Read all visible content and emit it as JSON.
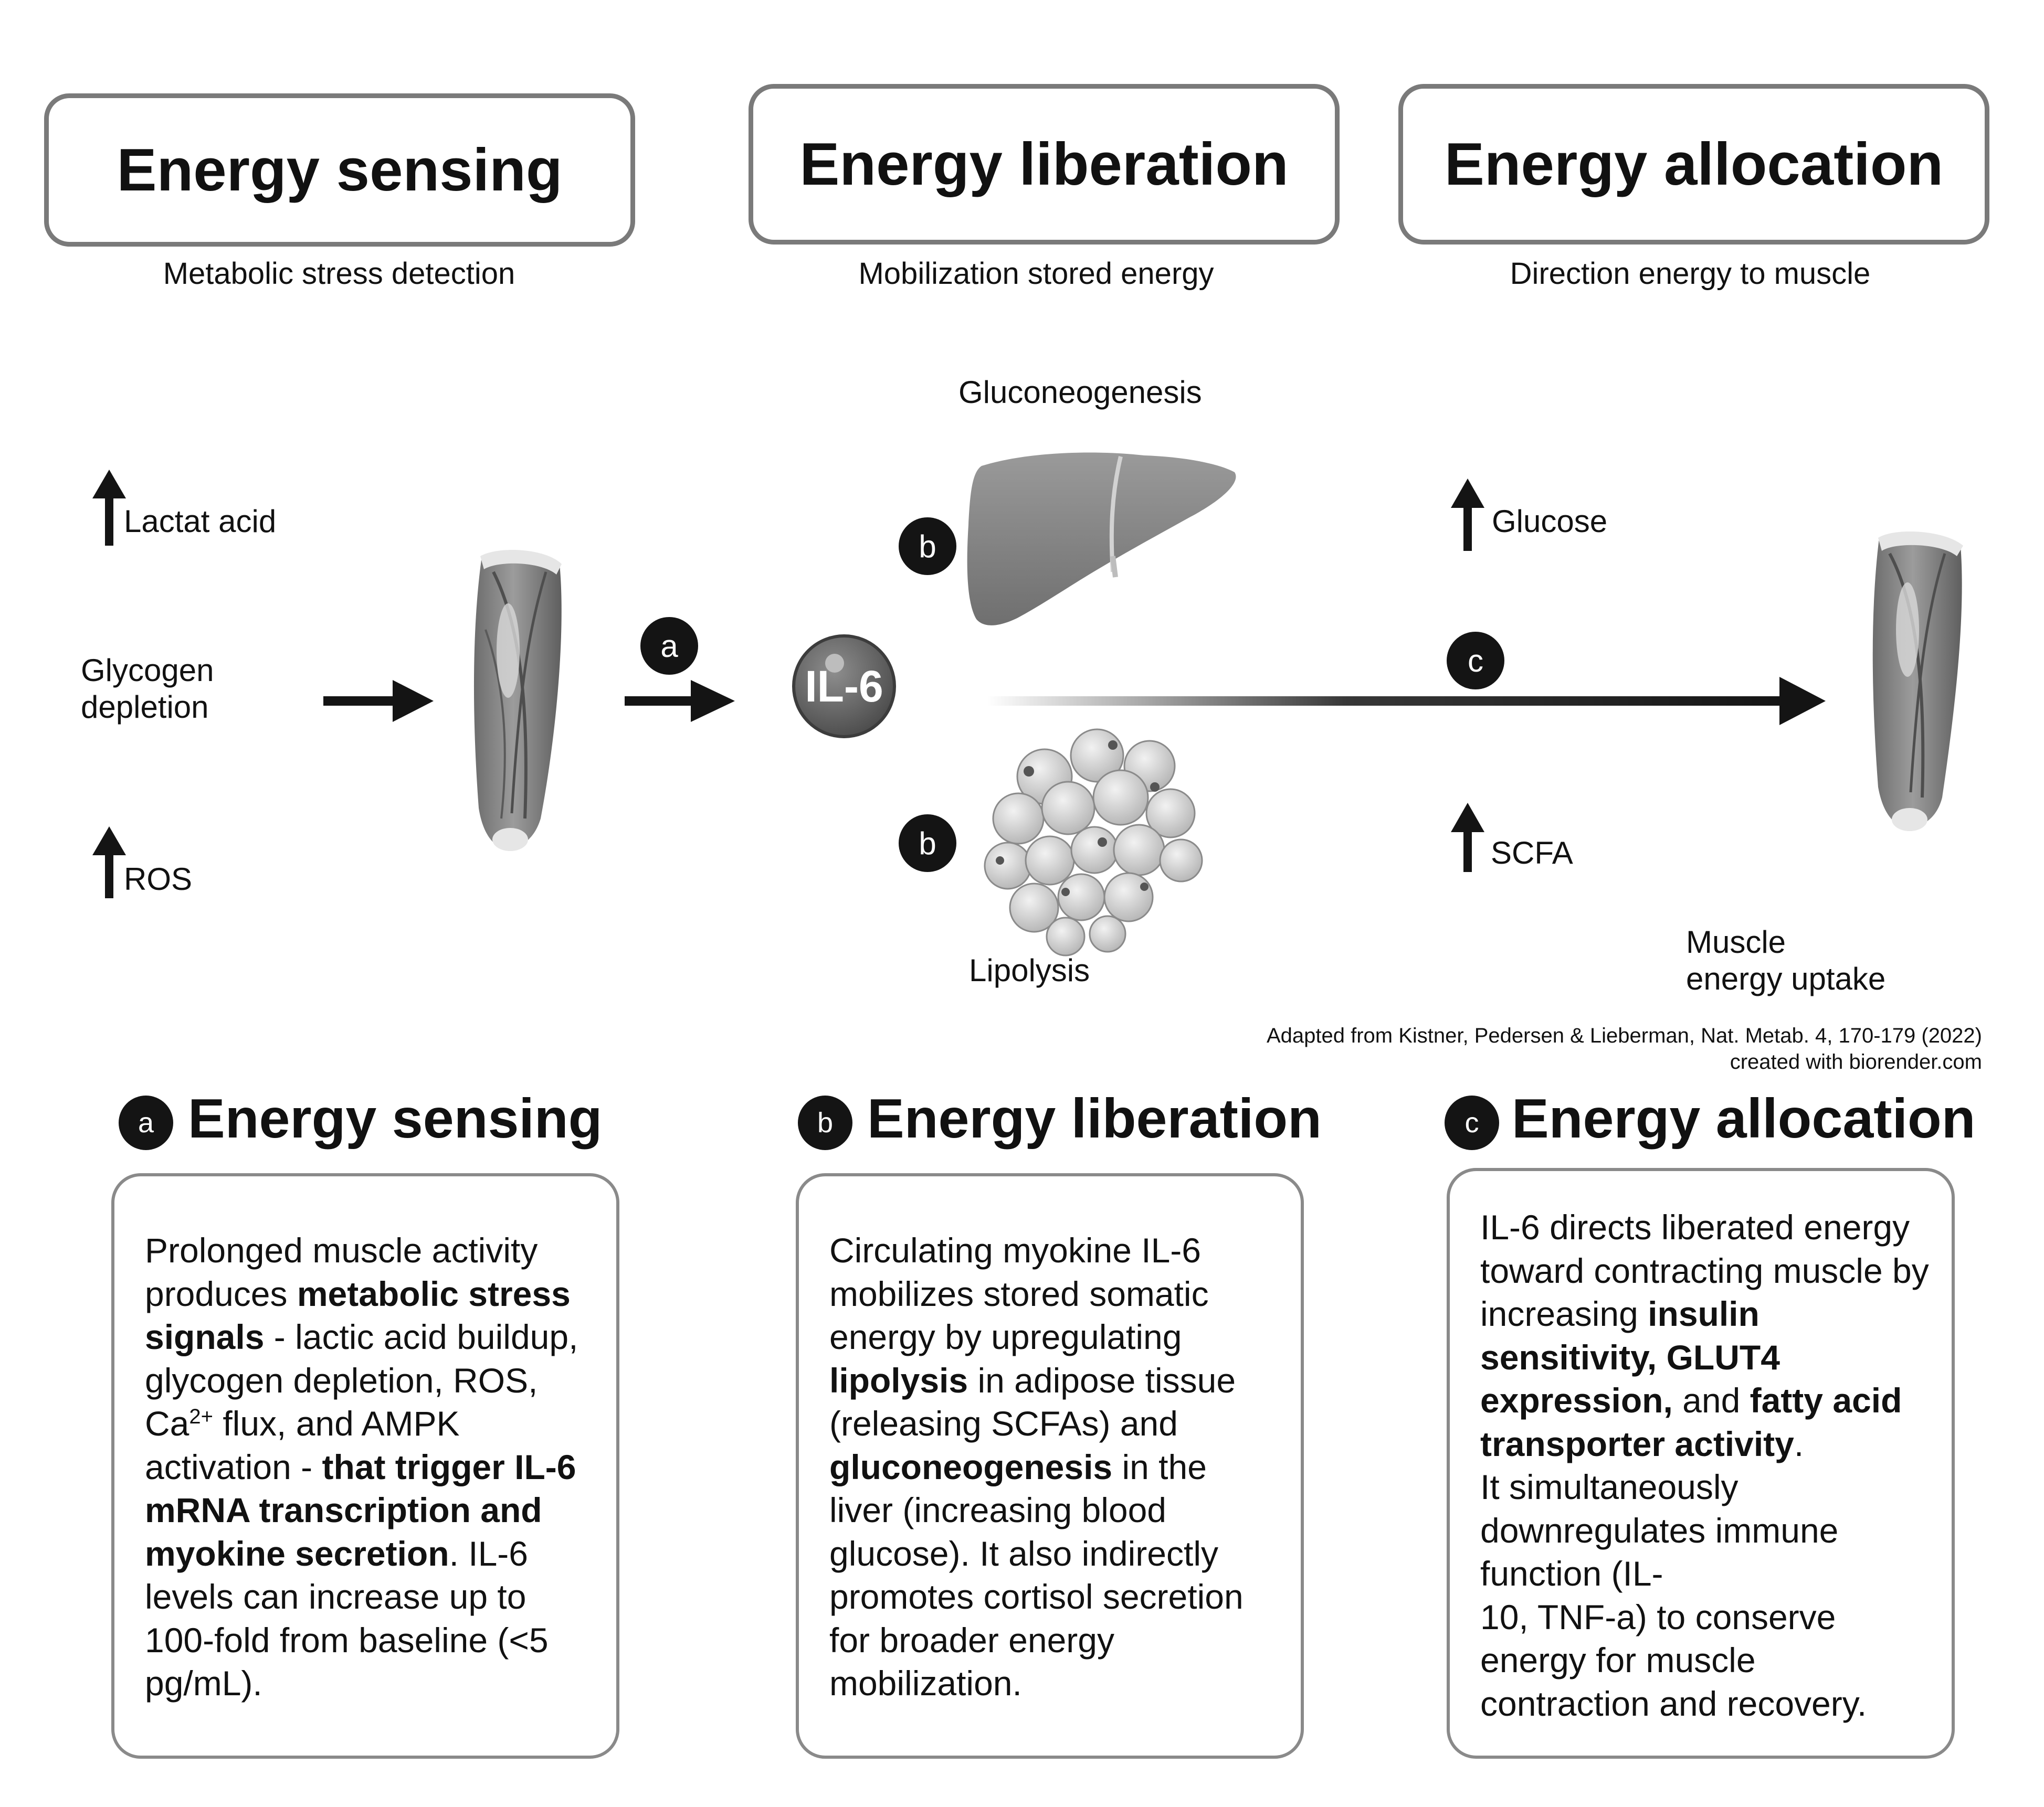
{
  "headers": [
    {
      "title": "Energy sensing",
      "subtitle": "Metabolic stress detection"
    },
    {
      "title": "Energy liberation",
      "subtitle": "Mobilization stored energy"
    },
    {
      "title": "Energy allocation",
      "subtitle": "Direction energy to muscle"
    }
  ],
  "diagram": {
    "lactat_acid": "Lactat acid",
    "glycogen_line1": "Glycogen",
    "glycogen_line2": "depletion",
    "ros": "ROS",
    "gluconeogenesis": "Gluconeogenesis",
    "lipolysis": "Lipolysis",
    "il6": "IL-6",
    "glucose": "Glucose",
    "scfa": "SCFA",
    "muscle_line1": "Muscle",
    "muscle_line2": "energy uptake",
    "badge_a": "a",
    "badge_b": "b",
    "badge_c": "c"
  },
  "credit": {
    "line1": "Adapted from Kistner, Pedersen & Lieberman, Nat. Metab. 4, 170-179 (2022)",
    "line2": "created with biorender.com"
  },
  "panels": [
    {
      "badge": "a",
      "title": "Energy sensing",
      "t1": "Prolonged muscle activity produces ",
      "b1": "metabolic stress signals",
      "t2": " - lactic acid buildup, glycogen depletion, ROS, Ca",
      "sup": "2+",
      "t3": " flux, and AMPK activation - ",
      "b2": "that trigger IL-6 mRNA transcription and myokine secretion",
      "t4": ". IL-6 levels can increase up to 100-fold from baseline (<5 pg/mL)."
    },
    {
      "badge": "b",
      "title": "Energy liberation",
      "t1": "Circulating myokine IL-6 mobilizes stored somatic energy by upregulating ",
      "b1": "lipolysis",
      "t2": " in adipose tissue (releasing SCFAs) and ",
      "b2": "gluconeogenesis",
      "t3": " in the liver (increasing blood glucose). It also indirectly promotes cortisol secretion for broader energy mobilization."
    },
    {
      "badge": "c",
      "title": "Energy allocation",
      "t1": "IL-6 directs liberated energy toward contracting muscle by increasing ",
      "b1": "insulin sensitivity, GLUT4 expression,",
      "t2": " and ",
      "b2": "fatty acid transporter activity",
      "t3": ".",
      "p2a": "It simultaneously downregulates immune function (IL-",
      "p2b": "10, TNF-a) to conserve energy for muscle contraction and recovery."
    }
  ]
}
